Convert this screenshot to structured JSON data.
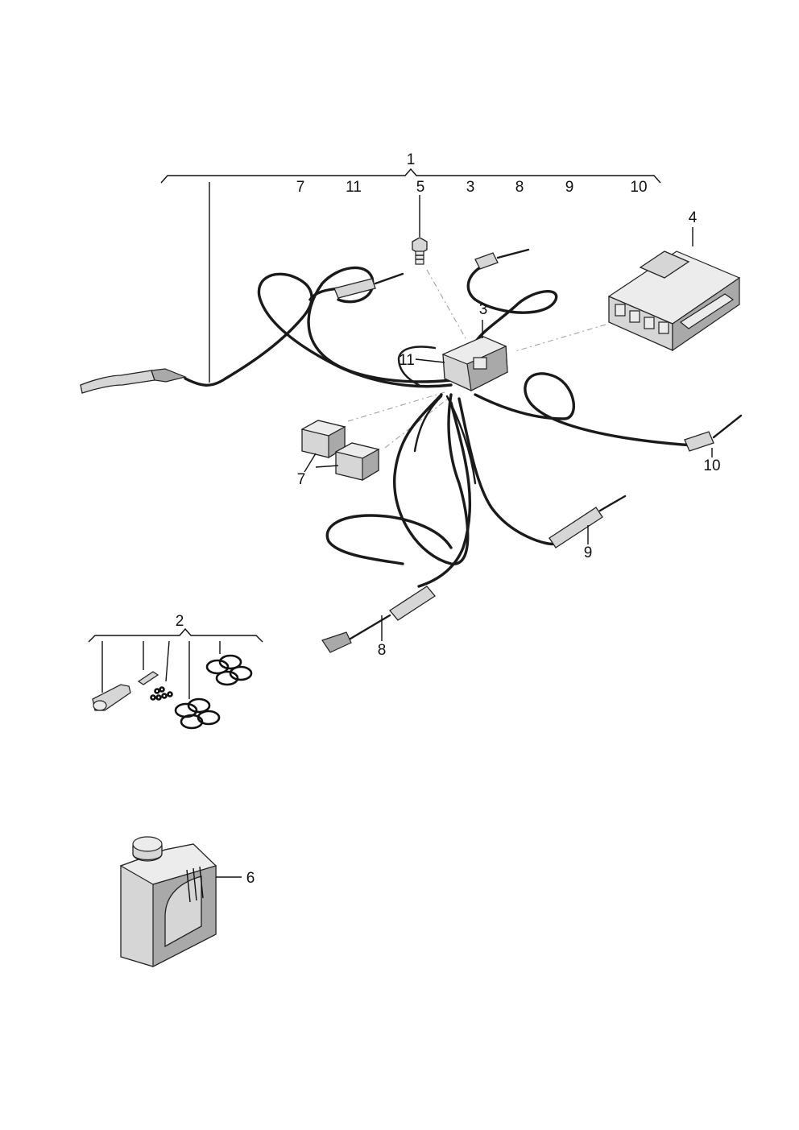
{
  "callouts": {
    "c1": "1",
    "c2": "2",
    "c3": "3",
    "c4": "4",
    "c5": "5",
    "c6": "6",
    "c7": "7",
    "c8": "8",
    "c9": "9",
    "c10": "10",
    "c11": "11"
  },
  "bracket1_items": [
    "7",
    "11",
    "5",
    "3",
    "8",
    "9",
    "10"
  ]
}
